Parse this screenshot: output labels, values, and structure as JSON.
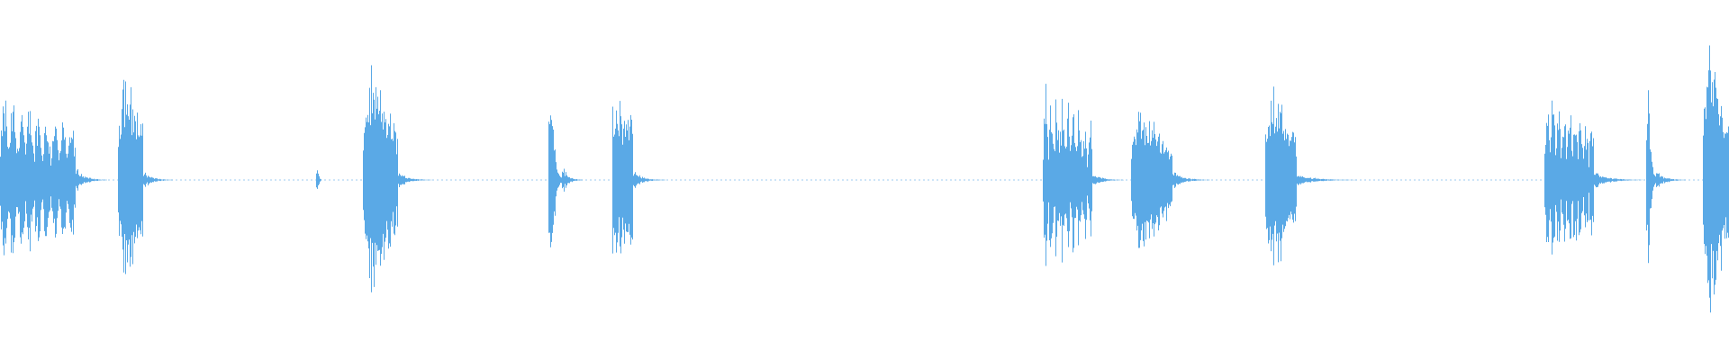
{
  "waveform": {
    "color": "#5aa9e6",
    "background": "#ffffff",
    "bursts": [
      {
        "start": 0.0,
        "end": 0.044,
        "peak": 0.62,
        "shape": "comb"
      },
      {
        "start": 0.044,
        "end": 0.062,
        "peak": 0.1,
        "shape": "decay"
      },
      {
        "start": 0.068,
        "end": 0.083,
        "peak": 0.82,
        "shape": "burst"
      },
      {
        "start": 0.083,
        "end": 0.1,
        "peak": 0.08,
        "shape": "decay"
      },
      {
        "start": 0.183,
        "end": 0.186,
        "peak": 0.1,
        "shape": "spike"
      },
      {
        "start": 0.21,
        "end": 0.23,
        "peak": 0.78,
        "shape": "burst"
      },
      {
        "start": 0.23,
        "end": 0.25,
        "peak": 0.07,
        "shape": "decay"
      },
      {
        "start": 0.317,
        "end": 0.325,
        "peak": 0.74,
        "shape": "spike"
      },
      {
        "start": 0.325,
        "end": 0.337,
        "peak": 0.12,
        "shape": "decay"
      },
      {
        "start": 0.354,
        "end": 0.366,
        "peak": 0.58,
        "shape": "block"
      },
      {
        "start": 0.366,
        "end": 0.385,
        "peak": 0.08,
        "shape": "decay"
      },
      {
        "start": 0.603,
        "end": 0.632,
        "peak": 0.68,
        "shape": "comb"
      },
      {
        "start": 0.632,
        "end": 0.65,
        "peak": 0.06,
        "shape": "decay"
      },
      {
        "start": 0.654,
        "end": 0.678,
        "peak": 0.52,
        "shape": "burst"
      },
      {
        "start": 0.678,
        "end": 0.7,
        "peak": 0.08,
        "shape": "decay"
      },
      {
        "start": 0.732,
        "end": 0.75,
        "peak": 0.68,
        "shape": "burst"
      },
      {
        "start": 0.75,
        "end": 0.785,
        "peak": 0.05,
        "shape": "decay"
      },
      {
        "start": 0.893,
        "end": 0.922,
        "peak": 0.66,
        "shape": "comb"
      },
      {
        "start": 0.922,
        "end": 0.95,
        "peak": 0.07,
        "shape": "decay"
      },
      {
        "start": 0.952,
        "end": 0.958,
        "peak": 0.67,
        "shape": "spike"
      },
      {
        "start": 0.958,
        "end": 0.975,
        "peak": 0.08,
        "shape": "decay"
      },
      {
        "start": 0.985,
        "end": 1.0,
        "peak": 0.92,
        "shape": "burst"
      }
    ]
  }
}
